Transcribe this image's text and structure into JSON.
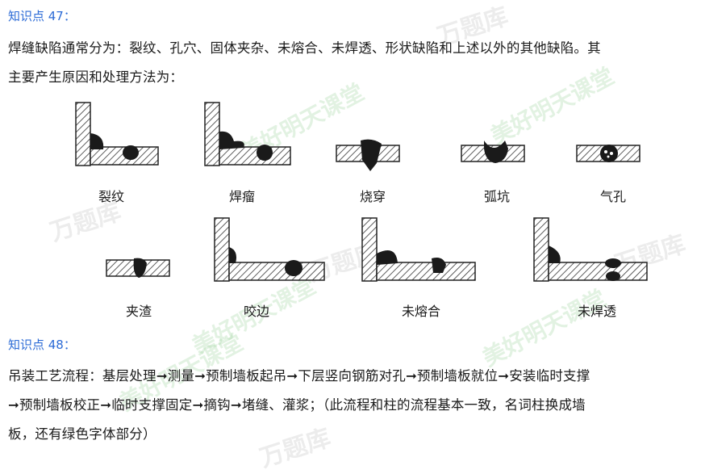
{
  "section1": {
    "heading": "知识点 47：",
    "para_line1": "焊缝缺陷通常分为：裂纹、孔穴、固体夹杂、未熔合、未焊透、形状缺陷和上述以外的其他缺陷。其",
    "para_line2": "主要产生原因和处理方法为：",
    "figures": [
      {
        "caption": "裂纹"
      },
      {
        "caption": "焊瘤"
      },
      {
        "caption": "烧穿"
      },
      {
        "caption": "弧坑"
      },
      {
        "caption": "气孔"
      },
      {
        "caption": "夹渣"
      },
      {
        "caption": "咬边"
      },
      {
        "caption": "未熔合"
      },
      {
        "caption": "未焊透"
      }
    ]
  },
  "section2": {
    "heading": "知识点 48：",
    "line1": "吊装工艺流程：基层处理➞测量➞预制墙板起吊➞下层竖向钢筋对孔➞预制墙板就位➞安装临时支撑",
    "line2": "➞预制墙板校正➞临时支撑固定➞摘钩➞堵缝、灌浆；（此流程和柱的流程基本一致，名词柱换成墙",
    "line3": "板，还有绿色字体部分）"
  },
  "watermarks": {
    "brand": "万题库",
    "slogan": "美好明天课堂"
  }
}
